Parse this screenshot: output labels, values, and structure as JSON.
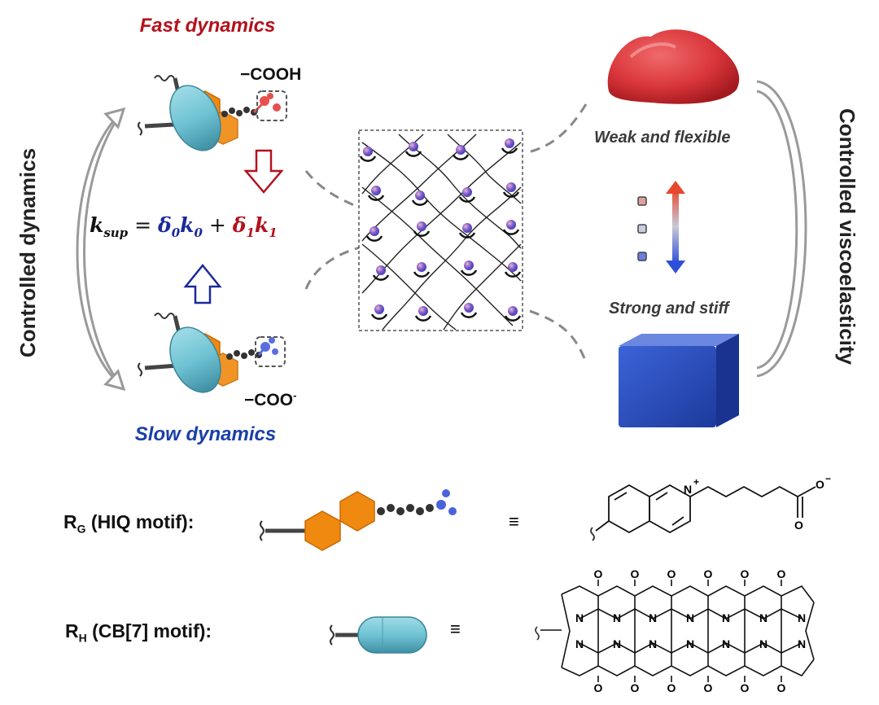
{
  "labels": {
    "fast": "Fast dynamics",
    "slow": "Slow dynamics",
    "controlled_dynamics": "Controlled dynamics",
    "controlled_viscoelasticity": "Controlled viscoelasticity",
    "cooh": "−COOH",
    "coo": "−COO",
    "coo_charge": "-",
    "weak": "Weak and flexible",
    "strong": "Strong and stiff"
  },
  "equation": {
    "k": "k",
    "k_sub": "sup",
    "eq": " = ",
    "d0": "δ",
    "d0_sub": "0",
    "k0": "k",
    "k0_sub": "0",
    "plus": " + ",
    "d1": "δ",
    "d1_sub": "1",
    "k1": "k",
    "k1_sub": "1"
  },
  "legend": {
    "rg_main": "R",
    "rg_sub": "G",
    "rg_rest": " (HIQ motif):",
    "rh_main": "R",
    "rh_sub": "H",
    "rh_rest": " (CB[7] motif):",
    "equiv": "≡"
  },
  "chem": {
    "n_plus": "N",
    "plus": "+",
    "o": "O",
    "minus": "−",
    "n": "N"
  },
  "colors": {
    "fast_red": "#b3121d",
    "slow_blue": "#1a3fa8",
    "orange": "#f0890f",
    "cb7_cyan": "#6fc3d4",
    "gel_red": "#d9363b",
    "gel_blue": "#2d4fc2"
  }
}
